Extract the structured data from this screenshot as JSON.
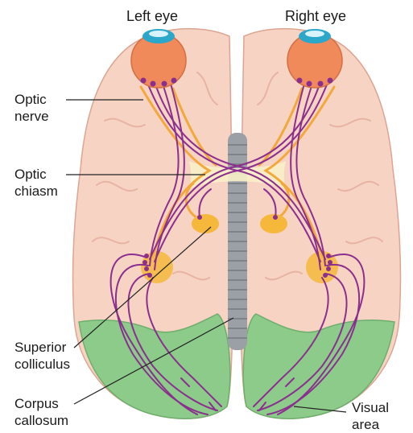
{
  "labels": {
    "left_eye": "Left eye",
    "right_eye": "Right eye",
    "optic_nerve_1": "Optic",
    "optic_nerve_2": "nerve",
    "optic_chiasm_1": "Optic",
    "optic_chiasm_2": "chiasm",
    "superior_colliculus_1": "Superior",
    "superior_colliculus_2": "colliculus",
    "corpus_callosum_1": "Corpus",
    "corpus_callosum_2": "callosum",
    "visual_area_1": "Visual",
    "visual_area_2": "area"
  },
  "colors": {
    "brain": "#f7d3c4",
    "brain_outline": "#dca592",
    "visual_cortex": "#8ccb8a",
    "nerve_path": "#f2a93b",
    "fibers": "#8b2f8f",
    "eye": "#f08a5a",
    "iris": "#2aa7c9",
    "spinal": "#9aa0a6"
  }
}
